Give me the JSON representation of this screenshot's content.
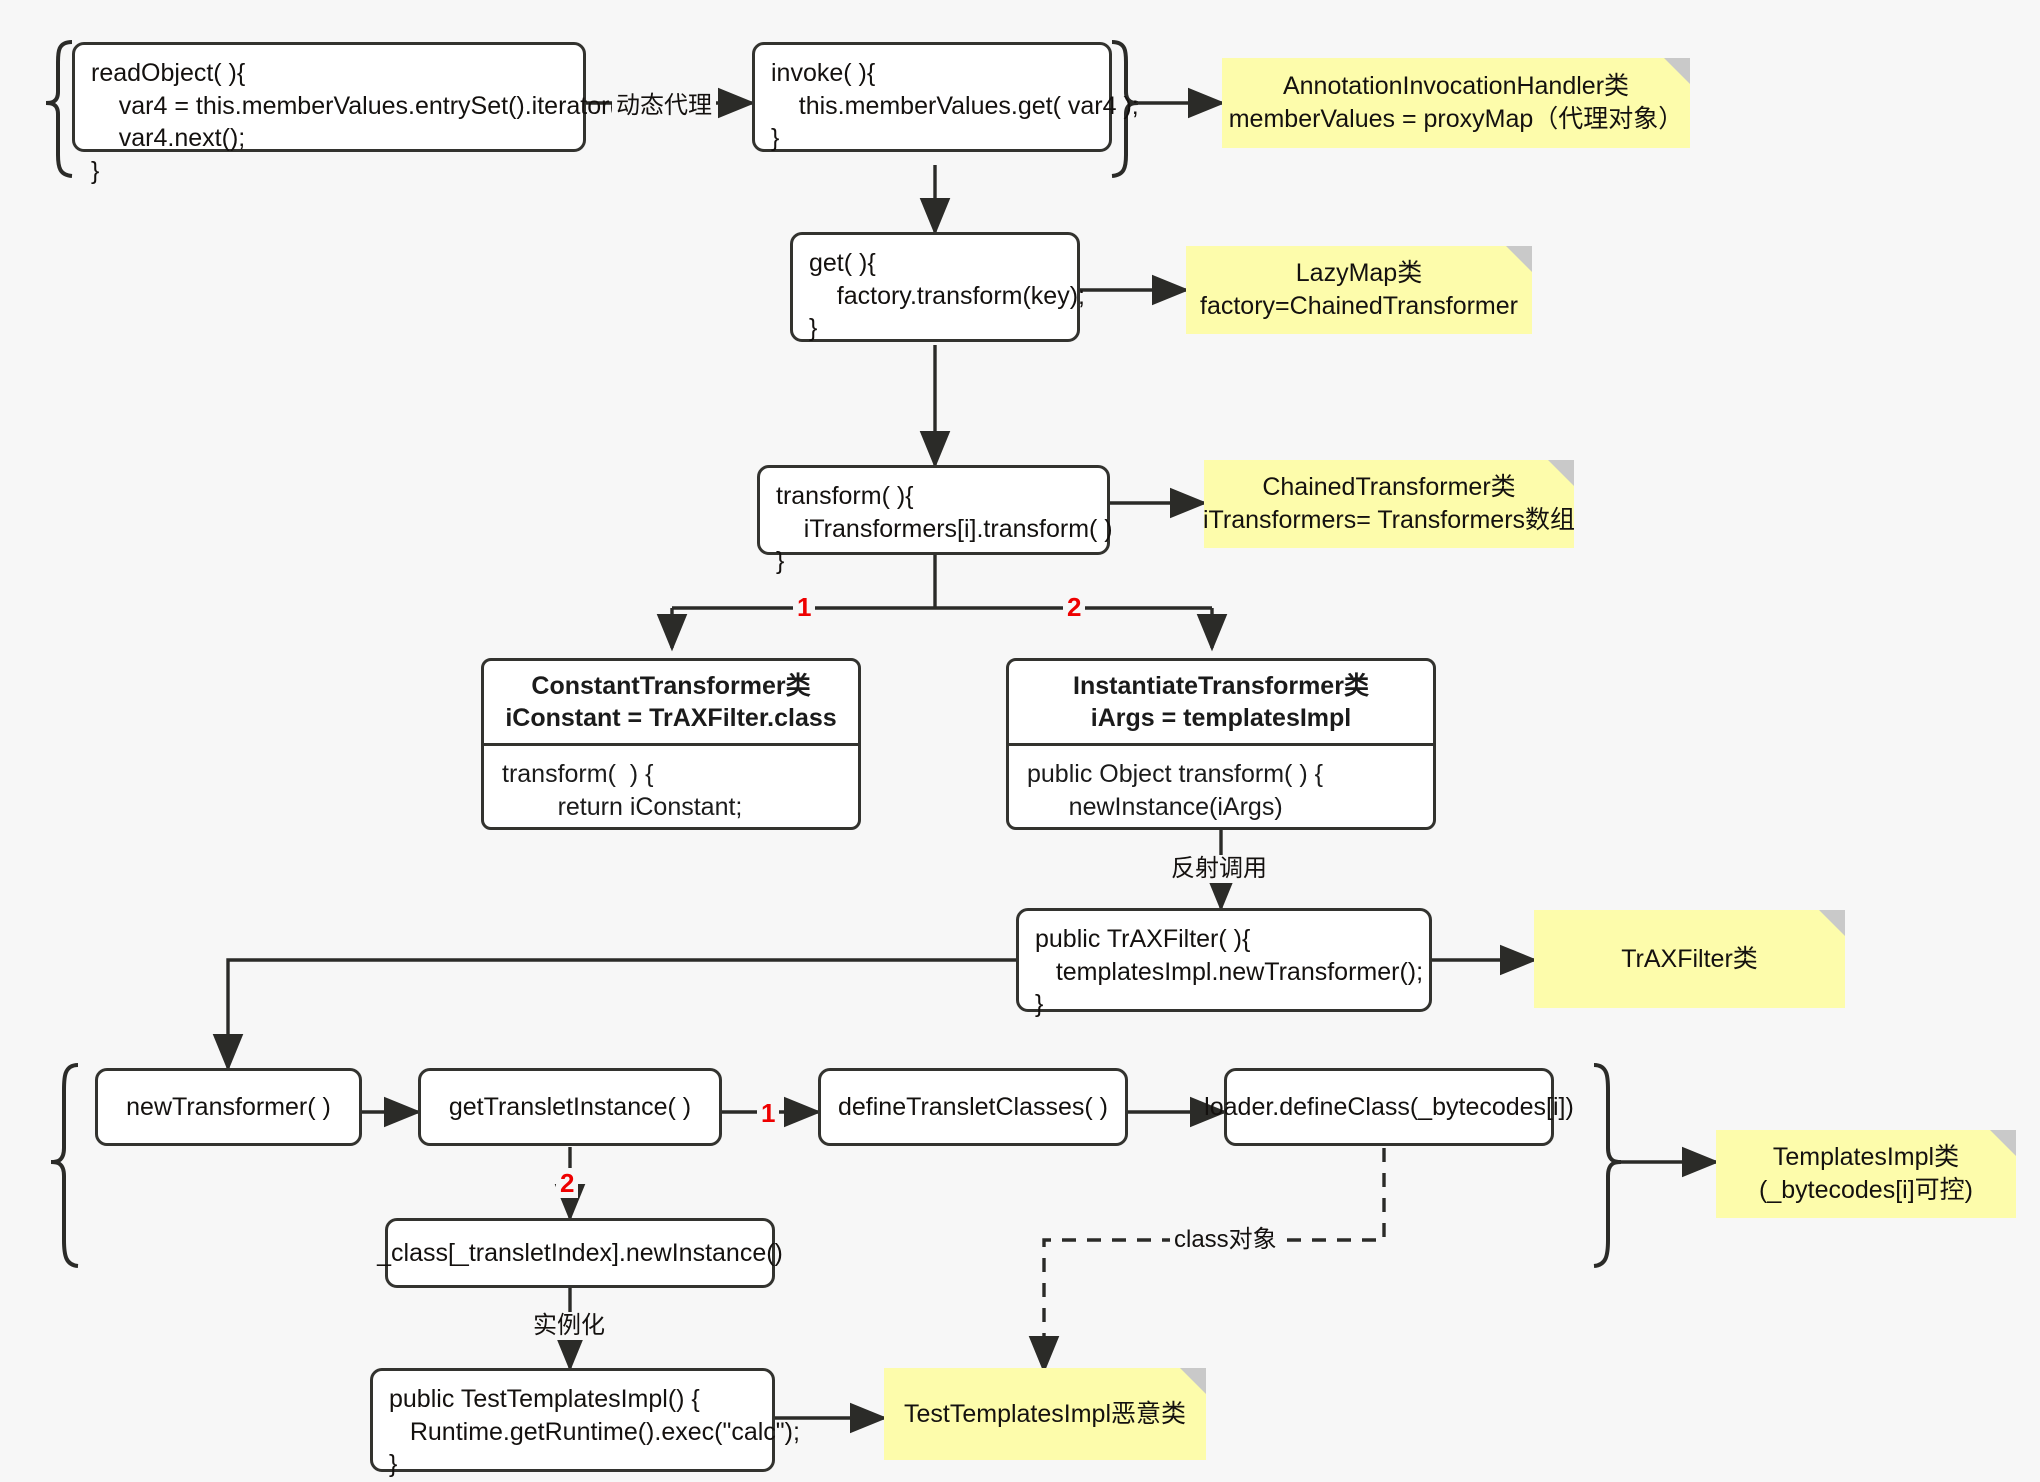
{
  "diagram": {
    "title": "Java deserialization gadget chain (CommonsCollections + TemplatesImpl)",
    "accent_red": "#ee0000",
    "note_fill": "#fdfcab",
    "node_stroke": "#33332f",
    "background": "#f7f7f7"
  },
  "nodes": {
    "read_object": "readObject( ){\n    var4 = this.memberValues.entrySet().iterator();\n    var4.next();\n}",
    "invoke": "invoke( ){\n    this.memberValues.get( var4 );\n}",
    "get": "get( ){\n    factory.transform(key);\n}",
    "transform": "transform( ){\n    iTransformers[i].transform( )\n}",
    "constant_transformer_header": "ConstantTransformer类\niConstant = TrAXFilter.class",
    "constant_transformer_body": "transform(  ) {\n        return iConstant;\n}",
    "instantiate_transformer_header": "InstantiateTransformer类\niArgs = templatesImpl",
    "instantiate_transformer_body": "public Object transform( ) {\n      newInstance(iArgs)\n}",
    "traxfilter_ctor": "public TrAXFilter( ){\n   templatesImpl.newTransformer();\n}",
    "new_transformer": "newTransformer( )",
    "get_translet_instance": "getTransletInstance( )",
    "define_translet_classes": "defineTransletClasses( )",
    "loader_define_class": "loader.defineClass(_bytecodes[i])",
    "class_translet_new_instance": "_class[_transletIndex].newInstance()",
    "test_templates_impl_ctor": "public TestTemplatesImpl() {\n   Runtime.getRuntime().exec(\"calc\");\n}"
  },
  "notes": {
    "annotation_invocation_handler": "AnnotationInvocationHandler类\nmemberValues = proxyMap（代理对象）",
    "lazy_map": "LazyMap类\nfactory=ChainedTransformer",
    "chained_transformer": "ChainedTransformer类\niTransformers= Transformers数组",
    "traxfilter": "TrAXFilter类",
    "templates_impl": "TemplatesImpl类\n(_bytecodes[i]可控)",
    "test_templates_impl": "TestTemplatesImpl恶意类"
  },
  "edge_labels": {
    "dynamic_proxy": "动态代理",
    "branch_one": "1",
    "branch_two": "2",
    "reflect_call": "反射调用",
    "translet_one": "1",
    "translet_two": "2",
    "instantiate": "实例化",
    "class_object": "class对象"
  }
}
